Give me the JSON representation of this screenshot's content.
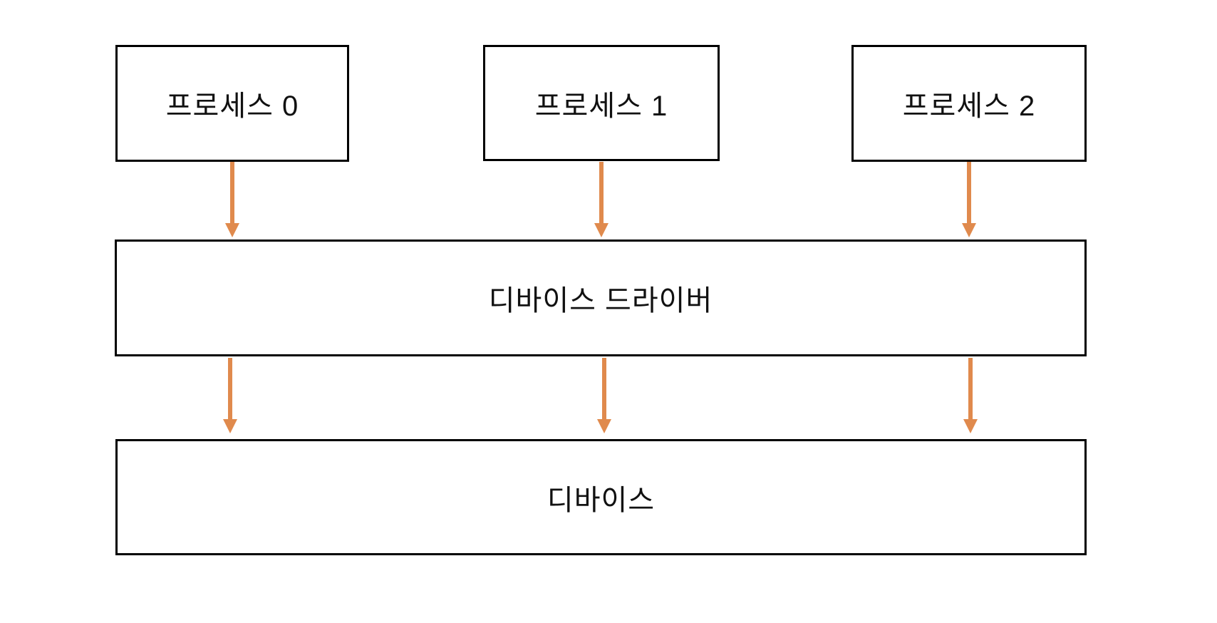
{
  "diagram": {
    "language": "ko",
    "background_color": "#FFFFFF",
    "box_border_color": "#000000",
    "arrow_color": "#E08A4D",
    "nodes": {
      "process0": {
        "label": "프로세스 0"
      },
      "process1": {
        "label": "프로세스 1"
      },
      "process2": {
        "label": "프로세스 2"
      },
      "driver": {
        "label": "디바이스 드라이버"
      },
      "device": {
        "label": "디바이스"
      }
    },
    "edges": [
      {
        "from": "process0",
        "to": "driver",
        "direction": "down"
      },
      {
        "from": "process1",
        "to": "driver",
        "direction": "down"
      },
      {
        "from": "process2",
        "to": "driver",
        "direction": "down"
      },
      {
        "from": "driver",
        "to": "device",
        "direction": "down"
      },
      {
        "from": "driver",
        "to": "device",
        "direction": "down"
      },
      {
        "from": "driver",
        "to": "device",
        "direction": "down"
      }
    ]
  }
}
